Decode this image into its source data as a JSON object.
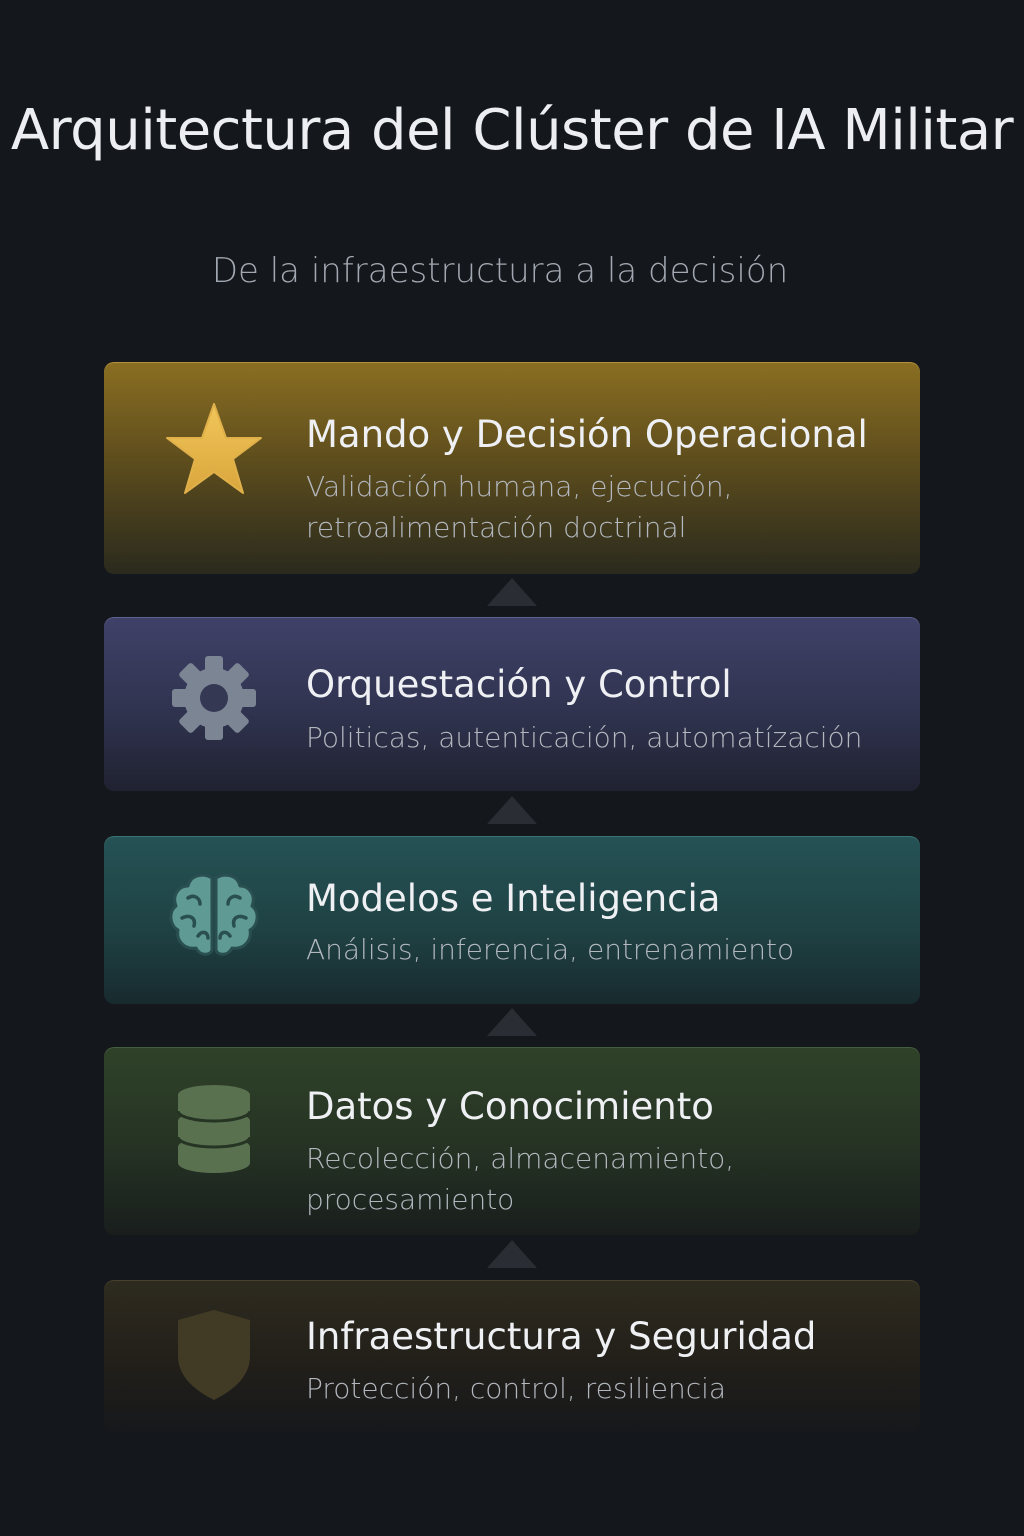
{
  "header": {
    "title": "Arquitectura del Clúster de IA Militar",
    "subtitle": "De la infraestructura a la  decisión"
  },
  "layers": [
    {
      "name": "Mando y Decisión Operacional",
      "description": "Validación humana, ejecución, retroalimentación doctrinal",
      "icon": "star-icon",
      "color": "#8a6e22"
    },
    {
      "name": "Orquestación y Control",
      "description": "Politicas, autenticación, automatízación",
      "icon": "gear-icon",
      "color": "#3f4168"
    },
    {
      "name": "Modelos e Inteligencia",
      "description": "Análisis, inferencia, entrenamiento",
      "icon": "brain-icon",
      "color": "#255255"
    },
    {
      "name": "Datos y Conocimiento",
      "description": "Recolección, almacenamiento, procesamiento",
      "icon": "database-icon",
      "color": "#2f4229"
    },
    {
      "name": "Infraestructura y Seguridad",
      "description": "Protección, control, resiliencia",
      "icon": "shield-icon",
      "color": "#2e2b1f"
    }
  ],
  "connectors": [
    {
      "icon": "arrow-up-icon"
    },
    {
      "icon": "arrow-up-icon"
    },
    {
      "icon": "arrow-up-icon"
    },
    {
      "icon": "arrow-up-icon"
    }
  ]
}
